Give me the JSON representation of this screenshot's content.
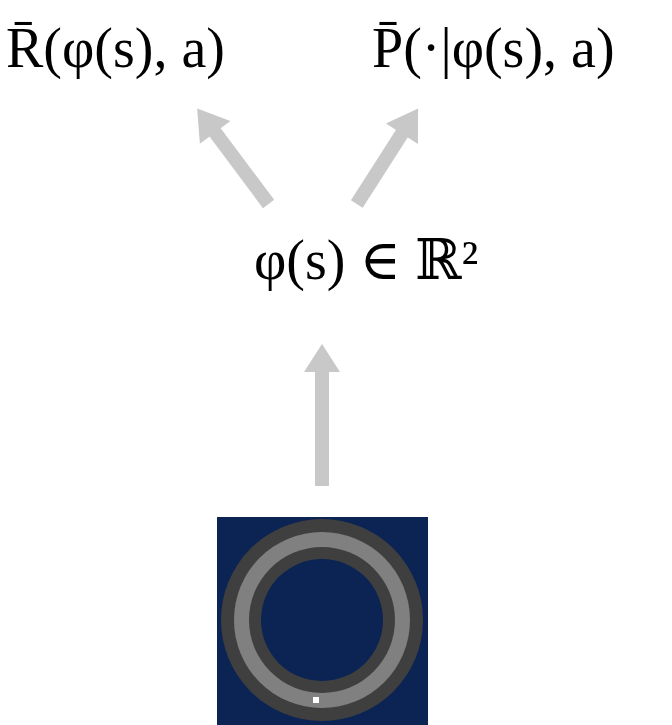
{
  "diagram": {
    "nodes": [
      {
        "text": [
          "R̄(φ(s), a)"
        ]
      },
      {
        "text": [
          "P̄(·|φ(s), a)"
        ]
      },
      {
        "text": [
          "φ(s) ∈ ℝ²"
        ]
      }
    ],
    "edges": [
      {
        "from": 2,
        "to": 0,
        "arrow": "to"
      },
      {
        "from": 2,
        "to": 1,
        "arrow": "to"
      }
    ]
  }
}
